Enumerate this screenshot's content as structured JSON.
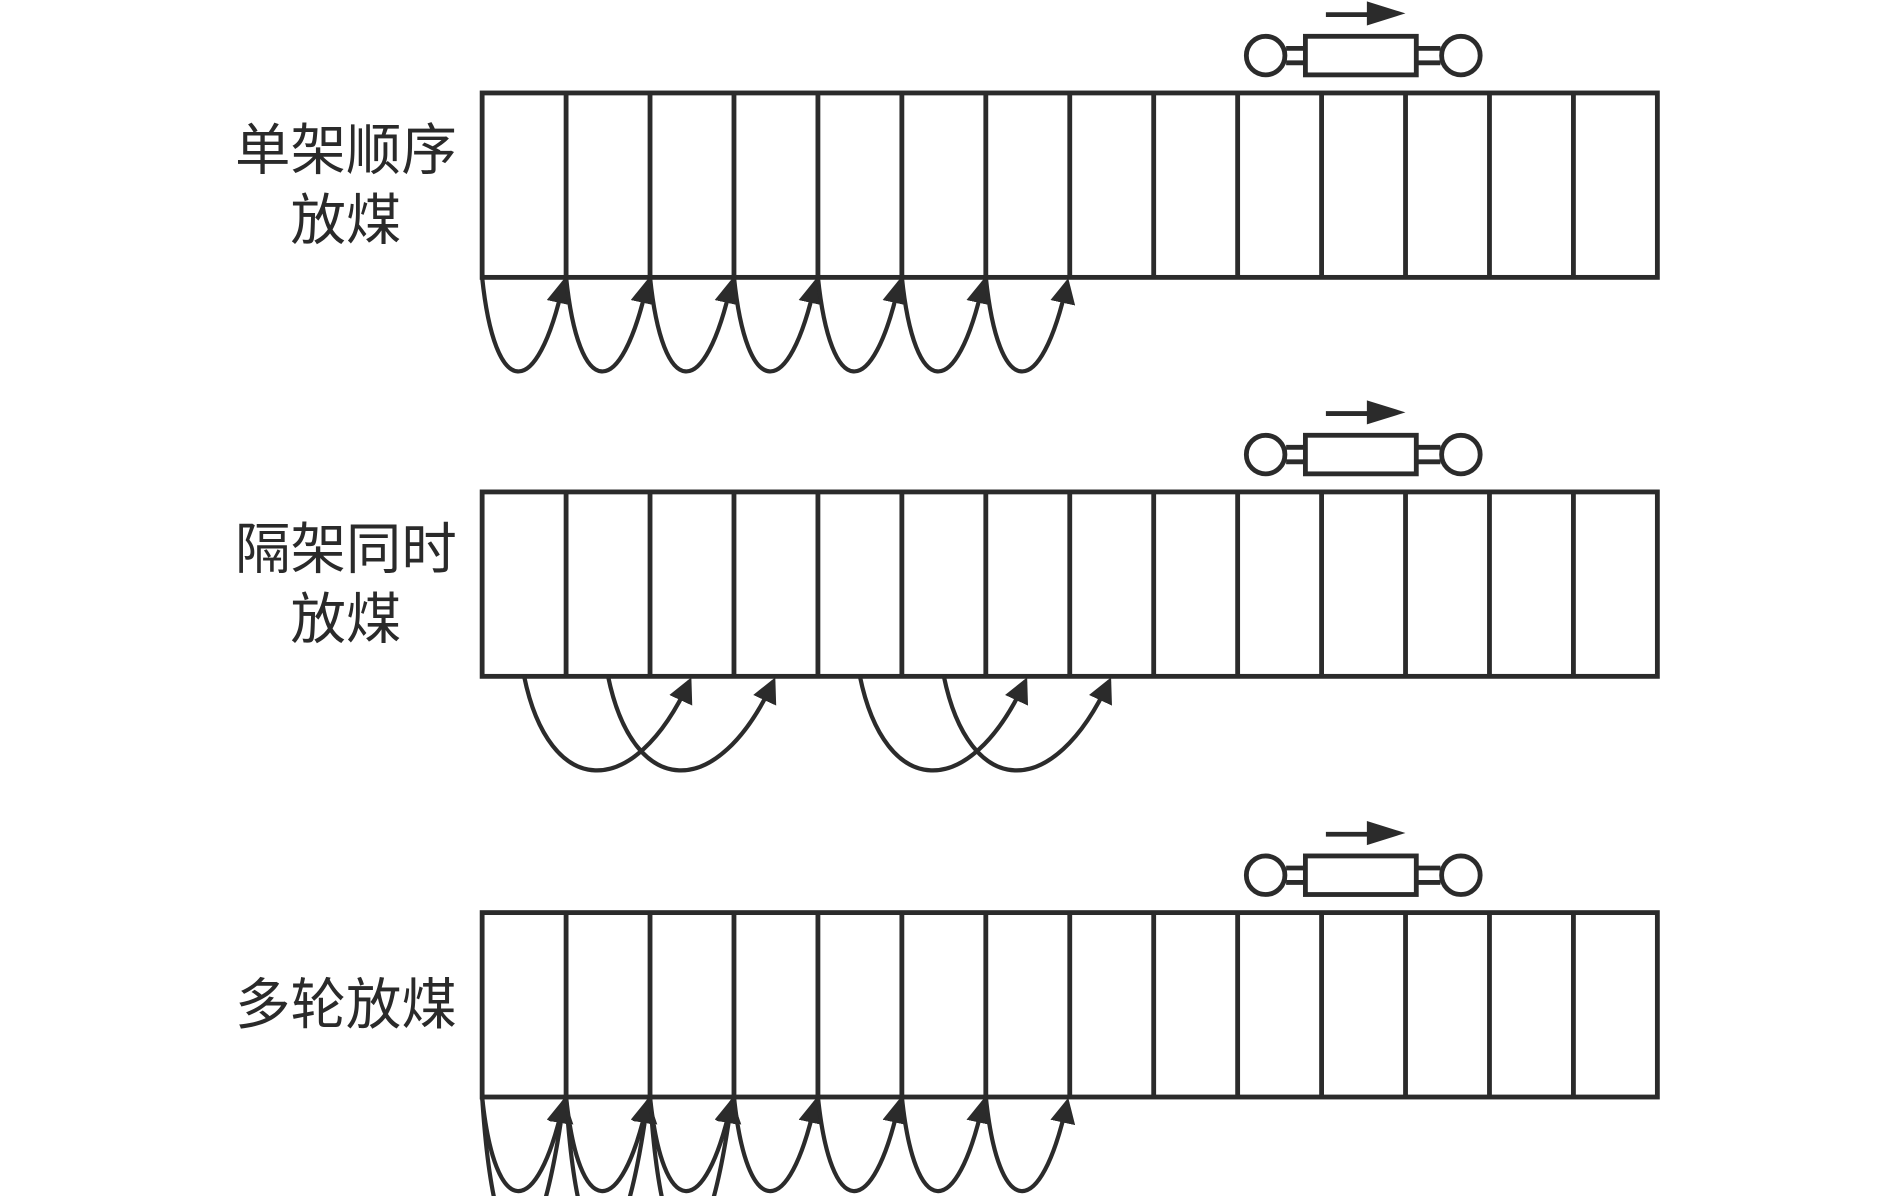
{
  "colors": {
    "stroke": "#2b2b2b",
    "background": "#ffffff"
  },
  "cell_count": 14,
  "rows": [
    {
      "label_lines": [
        "单架顺序",
        "放煤"
      ],
      "arrows": [
        {
          "from": 0,
          "to": 1,
          "depth": 1
        },
        {
          "from": 1,
          "to": 2,
          "depth": 1
        },
        {
          "from": 2,
          "to": 3,
          "depth": 1
        },
        {
          "from": 3,
          "to": 4,
          "depth": 1
        },
        {
          "from": 4,
          "to": 5,
          "depth": 1
        },
        {
          "from": 5,
          "to": 6,
          "depth": 1
        },
        {
          "from": 6,
          "to": 7,
          "depth": 1
        }
      ]
    },
    {
      "label_lines": [
        "隔架同时",
        "放煤"
      ],
      "arrows": [
        {
          "from": 0.5,
          "to": 2.5,
          "depth": 1
        },
        {
          "from": 1.5,
          "to": 3.5,
          "depth": 1
        },
        {
          "from": 4.5,
          "to": 6.5,
          "depth": 1
        },
        {
          "from": 5.5,
          "to": 7.5,
          "depth": 1
        }
      ]
    },
    {
      "label_lines": [
        "多轮放煤"
      ],
      "arrows": [
        {
          "from": 0,
          "to": 1,
          "depth": 1.6
        },
        {
          "from": 1,
          "to": 2,
          "depth": 1.6
        },
        {
          "from": 2,
          "to": 3,
          "depth": 1.6
        },
        {
          "from": 0,
          "to": 1,
          "depth": 1
        },
        {
          "from": 1,
          "to": 2,
          "depth": 1
        },
        {
          "from": 2,
          "to": 3,
          "depth": 1
        },
        {
          "from": 3,
          "to": 4,
          "depth": 1
        },
        {
          "from": 4,
          "to": 5,
          "depth": 1
        },
        {
          "from": 5,
          "to": 6,
          "depth": 1
        },
        {
          "from": 6,
          "to": 7,
          "depth": 1
        }
      ]
    }
  ]
}
